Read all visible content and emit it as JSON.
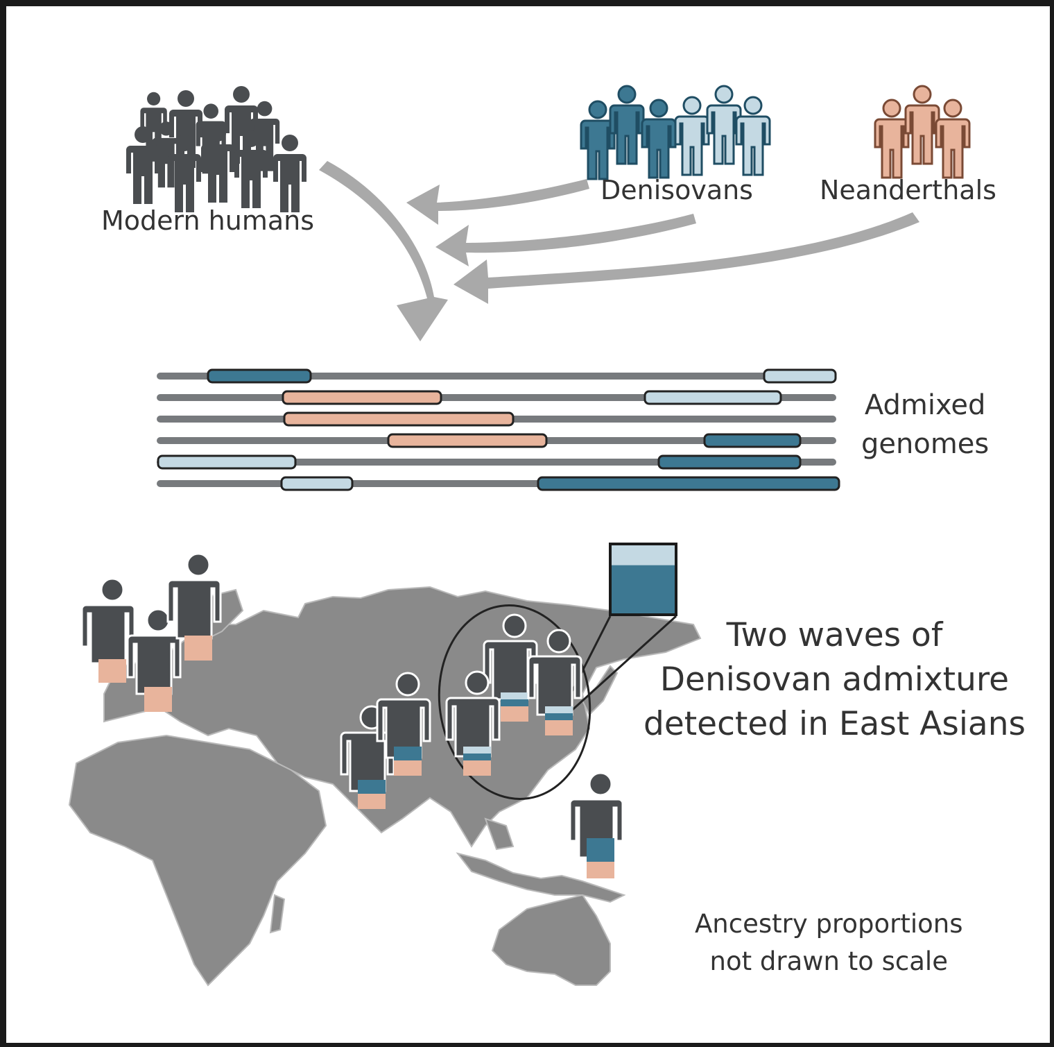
{
  "labels": {
    "modern_humans": "Modern humans",
    "denisovans": "Denisovans",
    "neanderthals": "Neanderthals",
    "admixed_line1": "Admixed",
    "admixed_line2": "genomes",
    "waves_line1": "Two waves of",
    "waves_line2": "Denisovan admixture",
    "waves_line3": "detected in East Asians",
    "scale_line1": "Ancestry proportions",
    "scale_line2": "not drawn to scale"
  },
  "colors": {
    "modern": "#4a4d50",
    "denisovan_dark": "#3d7892",
    "denisovan_light": "#c4d9e3",
    "neanderthal": "#e8b49c",
    "arrow": "#a9a9a9",
    "map": "#8a8a8a",
    "chromosome": "#777a7d"
  },
  "genomes": [
    [
      {
        "ancestry": "denisovan_dark"
      },
      {
        "ancestry": "denisovan_light"
      }
    ],
    [
      {
        "ancestry": "neanderthal"
      },
      {
        "ancestry": "denisovan_light"
      }
    ],
    [
      {
        "ancestry": "neanderthal"
      }
    ],
    [
      {
        "ancestry": "neanderthal"
      },
      {
        "ancestry": "denisovan_dark"
      }
    ],
    [
      {
        "ancestry": "denisovan_light"
      },
      {
        "ancestry": "denisovan_dark"
      }
    ],
    [
      {
        "ancestry": "denisovan_light"
      },
      {
        "ancestry": "denisovan_dark"
      }
    ]
  ],
  "inset_proportion": {
    "denisovan_light": 0.3,
    "denisovan_dark": 0.7
  }
}
